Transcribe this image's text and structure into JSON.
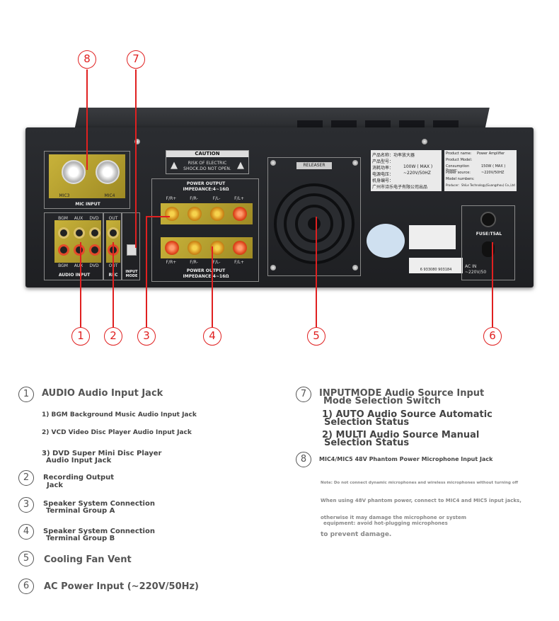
{
  "device": {
    "mic_input_label": "MIC INPUT",
    "mic4": "MIC3",
    "mic5": "MIC4",
    "audio_input_label": "AUDIO INPUT",
    "rec_label": "REC",
    "out_label": "OUT",
    "input_mode_label": "INPUT MODE",
    "bgm": "BGM",
    "aux": "AUX",
    "dvd": "DVD",
    "caution_title": "CAUTION",
    "caution_text1": "RISK OF ELECTRIC",
    "caution_text2": "SHOCK.DO NOT OPEN.",
    "power_output_top1": "POWER OUTPUT",
    "power_output_top2": "IMPEDANCE:4~16Ω",
    "power_output_bottom1": "POWER OUTPUT",
    "power_output_bottom2": "IMPEDANCE:4~16Ω",
    "ch_fr_plus": "F/R+",
    "ch_fr_minus": "F/R-",
    "ch_fl_minus": "F/L-",
    "ch_fl_plus": "F/L+",
    "releaser": "RELEASER",
    "fuse": "FUSE:T5AL",
    "ac_in": "AC IN",
    "ac_voltage": "~220V/50",
    "spec_product_name_cn": "产品名称：功率放大器",
    "spec_product_model_cn": "产品型号：",
    "spec_power_cn": "消耗功率：",
    "spec_power_val": "100W ( MAX )",
    "spec_source_cn": "电源电压：",
    "spec_source_val": "~220V/50HZ",
    "spec_serial_cn": "机身编号：",
    "spec_maker_cn": "广州市诗乐电子有限公司出品",
    "spec_product_name_en": "Product name:",
    "spec_product_name_en_val": "Power Amplifier",
    "spec_model_en": "Product Model:",
    "spec_consumption_en": "Consumption Power:",
    "spec_consumption_val": "150W ( MAX )",
    "spec_power_source_en": "Power source:",
    "spec_power_source_val": "~220V/50HZ",
    "spec_model_numbers_en": "Model numbers:",
    "spec_producer_en": "Producer:",
    "spec_producer_val": "ShiLe Technology(Guangzhou) Co.,Ltd",
    "barcode_num": "6 933080 903184"
  },
  "callouts": [
    "1",
    "2",
    "3",
    "4",
    "5",
    "6",
    "7",
    "8"
  ],
  "legend": {
    "item1_num": "1",
    "item1_title": "AUDIO Audio Input Jack",
    "item1_sub1": "1) BGM Background Music Audio Input Jack",
    "item1_sub2": "2) VCD Video Disc Player Audio Input Jack",
    "item1_sub3a": "3) DVD Super Mini Disc Player",
    "item1_sub3b": "Audio Input Jack",
    "item2_num": "2",
    "item2_a": "Recording Output",
    "item2_b": "Jack",
    "item3_num": "3",
    "item3_a": "Speaker System Connection",
    "item3_b": "Terminal Group A",
    "item4_num": "4",
    "item4_a": "Speaker System Connection",
    "item4_b": "Terminal Group B",
    "item5_num": "5",
    "item5_title": "Cooling Fan Vent",
    "item6_num": "6",
    "item6_title": "AC Power Input (~220V/50Hz)",
    "item7_num": "7",
    "item7_a": "INPUTMODE Audio Source Input",
    "item7_b": "Mode Selection Switch",
    "item7_sub1a": "1) AUTO Audio Source Automatic",
    "item7_sub1b": "Selection Status",
    "item7_sub2a": "2) MULTI Audio Source Manual",
    "item7_sub2b": "Selection Status",
    "item8_num": "8",
    "item8_title": "MIC4/MIC5 48V Phantom Power Microphone Input Jack",
    "note1": "Note: Do not connect dynamic microphones and wireless microphones without turning off",
    "note2": "When using 48V phantom power, connect to MIC4 and MIC5 input jacks,",
    "note3": "otherwise it may damage the microphone or system",
    "note4": "equipment: avoid hot-plugging microphones",
    "note5": "to prevent damage."
  }
}
